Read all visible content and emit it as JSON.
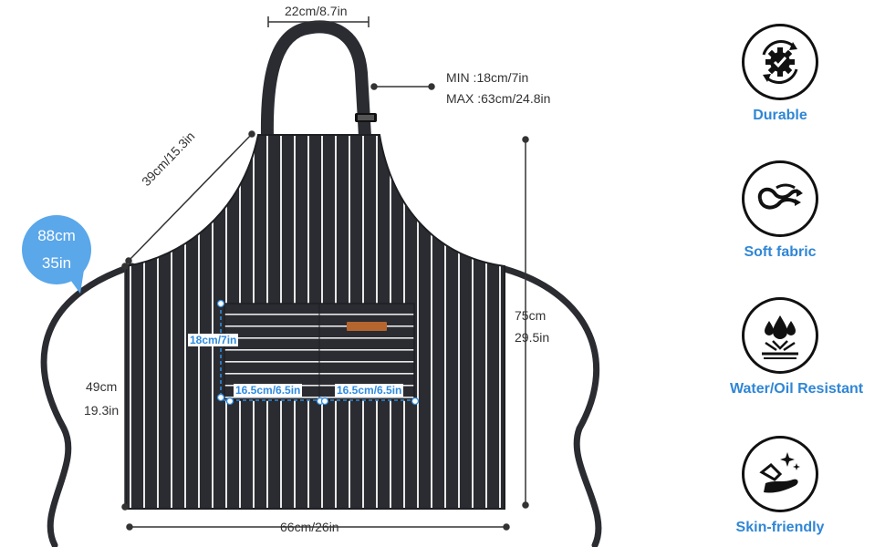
{
  "measurements": {
    "strap_width": "22cm/8.7in",
    "strap_min": "MIN :18cm/7in",
    "strap_max": "MAX :63cm/24.8in",
    "diagonal": "39cm/15.3in",
    "bubble_cm": "88cm",
    "bubble_in": "35in",
    "left_height_cm": "49cm",
    "left_height_in": "19.3in",
    "right_height_cm": "75cm",
    "right_height_in": "29.5in",
    "bottom_width": "66cm/26in",
    "pocket_height": "18cm/7in",
    "pocket_left_width": "16.5cm/6.5in",
    "pocket_right_width": "16.5cm/6.5in"
  },
  "features": [
    {
      "label": "Durable",
      "icon": "gear-arrows-icon"
    },
    {
      "label": "Soft fabric",
      "icon": "wind-swirl-icon"
    },
    {
      "label": "Water/Oil Resistant",
      "icon": "water-drops-icon"
    },
    {
      "label": "Skin-friendly",
      "icon": "hand-sparkle-icon"
    }
  ],
  "colors": {
    "apron": "#2a2c31",
    "stripe": "#ffffff",
    "accent_blue": "#2f86d6",
    "bubble_blue": "#5aa7ea"
  }
}
